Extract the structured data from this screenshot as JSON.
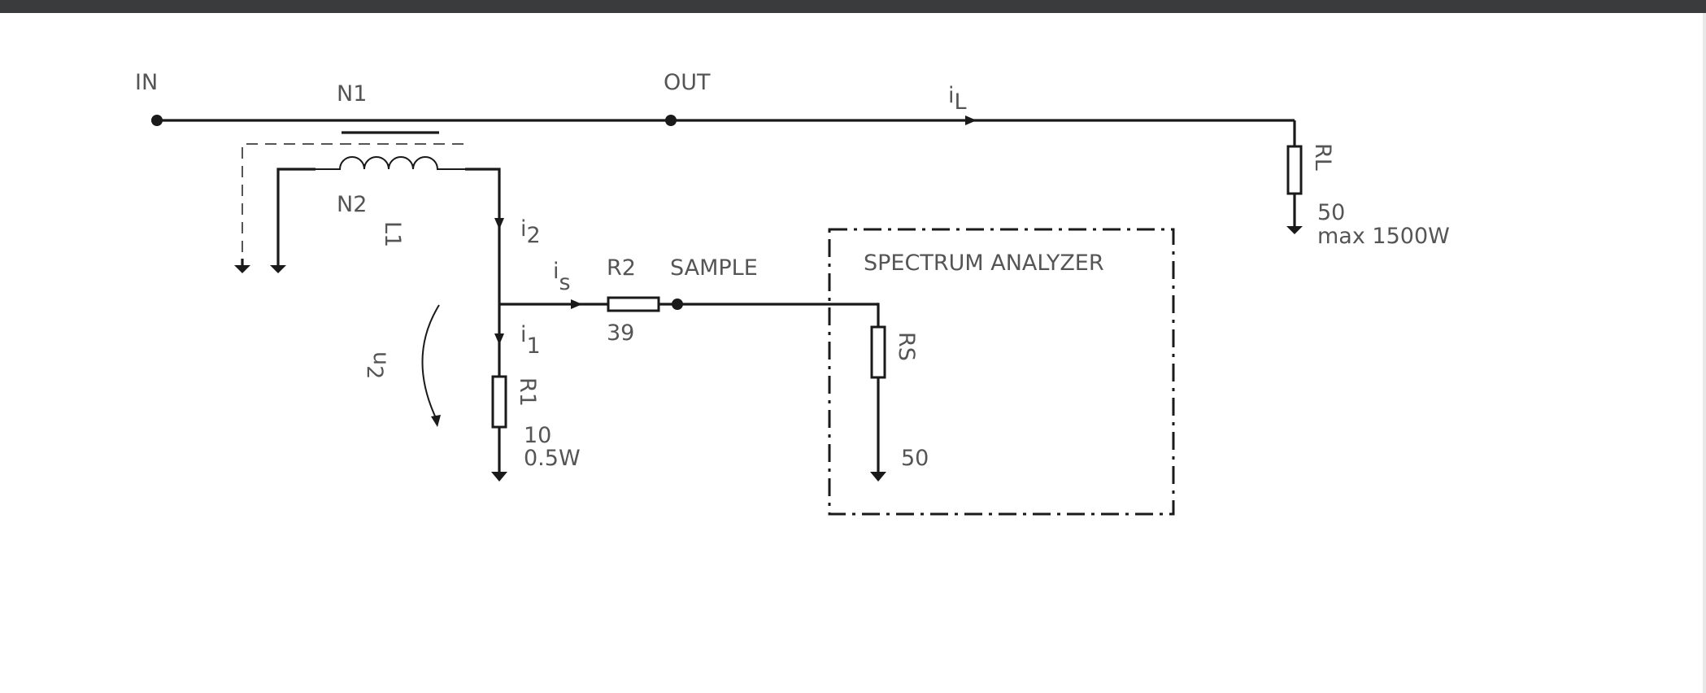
{
  "labels": {
    "in": "IN",
    "out": "OUT",
    "n1": "N1",
    "n2": "N2",
    "l1": "L1",
    "il_main": "i",
    "il_sub": "L",
    "i2_main": "i",
    "i2_sub": "2",
    "is_main": "i",
    "is_sub": "s",
    "i1_main": "i",
    "i1_sub": "1",
    "u2_main": "u",
    "u2_sub": "2",
    "r2": "R2",
    "r2_value": "39",
    "sample": "SAMPLE",
    "r1": "R1",
    "r1_value": "10",
    "r1_power": "0.5W",
    "rl": "RL",
    "rl_value": "50",
    "rl_power": "max 1500W",
    "spectrum_analyzer": "SPECTRUM ANALYZER",
    "rs": "RS",
    "rs_value": "50"
  },
  "colors": {
    "topbar": "#3a3b3d",
    "line": "#1a1a1a",
    "text": "#555555"
  }
}
